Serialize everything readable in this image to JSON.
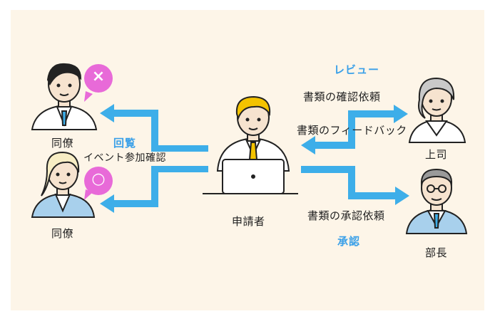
{
  "people": {
    "requester": "申請者",
    "colleague_top": "同僚",
    "colleague_bottom": "同僚",
    "boss": "上司",
    "manager": "部長"
  },
  "labels": {
    "circulation": "回覧",
    "event_check": "イベント参加確認",
    "review": "レビュー",
    "doc_check_request": "書類の確認依頼",
    "doc_feedback": "書類のフィードバック",
    "doc_approval_request": "書類の承認依頼",
    "approval": "承認"
  },
  "badges": {
    "top": "×",
    "bottom": "○"
  },
  "colors": {
    "arrow": "#3daee9",
    "badge": "#e86ad8",
    "panel": "#fdf5e8",
    "label_blue": "#3aa0e8"
  }
}
